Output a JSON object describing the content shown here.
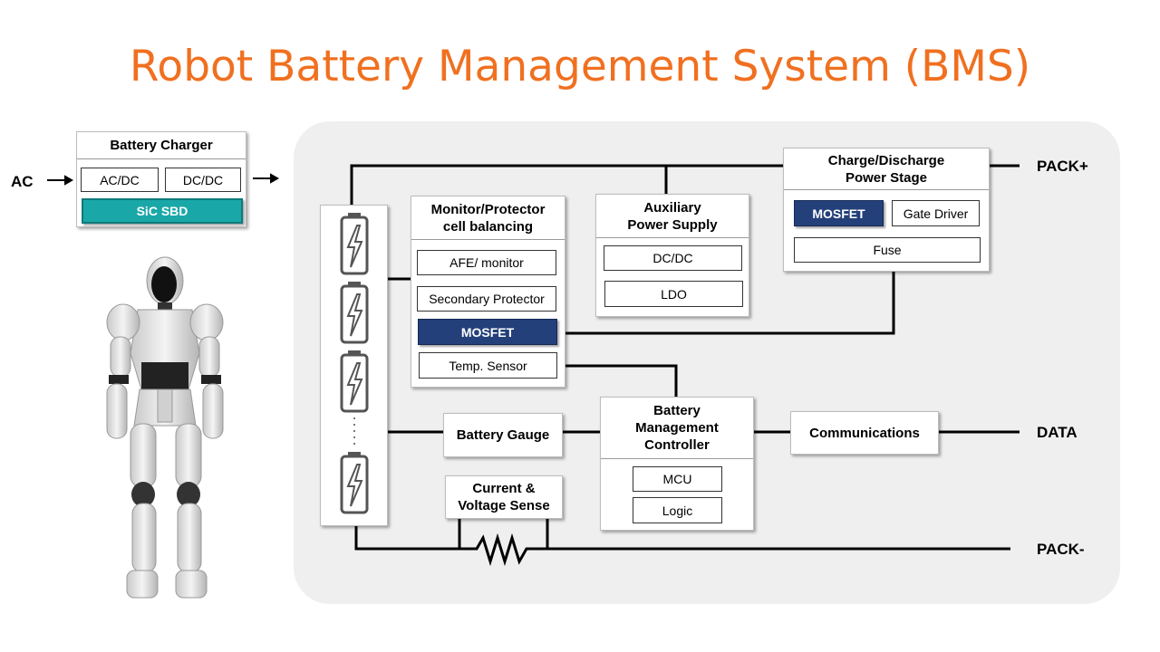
{
  "title": "Robot Battery Management System (BMS)",
  "labels": {
    "ac": "AC",
    "pack_plus": "PACK+",
    "data": "DATA",
    "pack_minus": "PACK-"
  },
  "charger": {
    "title": "Battery Charger",
    "acdc": "AC/DC",
    "dcdc": "DC/DC",
    "sic": "SiC SBD"
  },
  "monitor": {
    "title": "Monitor/Protector\ncell balancing",
    "afe": "AFE/ monitor",
    "secondary": "Secondary Protector",
    "mosfet": "MOSFET",
    "temp": "Temp. Sensor"
  },
  "aux": {
    "title": "Auxiliary\nPower Supply",
    "dcdc": "DC/DC",
    "ldo": "LDO"
  },
  "power_stage": {
    "title": "Charge/Discharge\nPower Stage",
    "mosfet": "MOSFET",
    "gate_driver": "Gate Driver",
    "fuse": "Fuse"
  },
  "gauge": {
    "title": "Battery Gauge"
  },
  "sense": {
    "title": "Current &\nVoltage Sense"
  },
  "controller": {
    "title": "Battery\nManagement\nController",
    "mcu": "MCU",
    "logic": "Logic"
  },
  "comms": {
    "title": "Communications"
  },
  "colors": {
    "title": "#f07020",
    "mosfet": "#24407a",
    "sic": "#1aa7a7",
    "panel": "#efefef"
  },
  "icons": [
    "battery-cell-icon",
    "lightning-icon",
    "resistor-icon",
    "robot-figure",
    "arrow-right-icon"
  ]
}
